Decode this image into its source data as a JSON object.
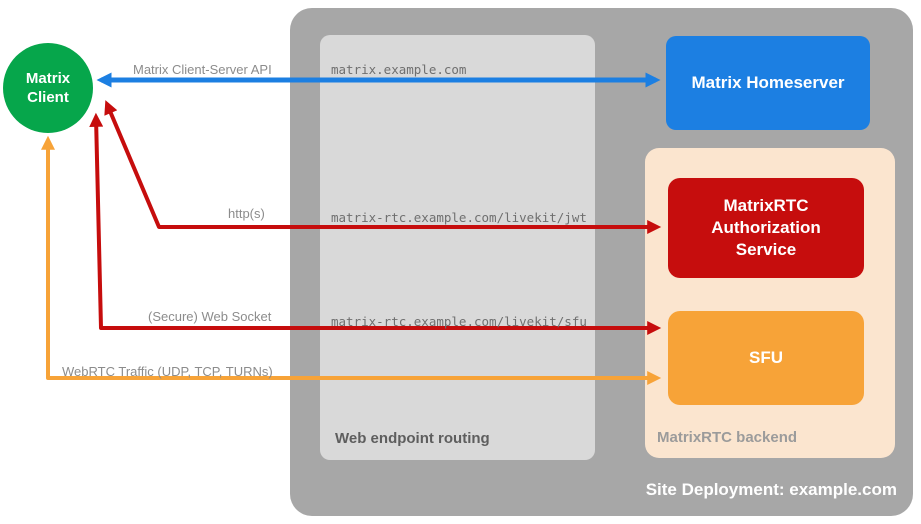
{
  "colors": {
    "blue": "#1c7fe2",
    "red": "#c60d0d",
    "orange": "#f7a338",
    "green": "#06a64b"
  },
  "diagram": {
    "client_label": "Matrix\nClient",
    "site_label": "Site Deployment: example.com",
    "routing_label": "Web endpoint routing",
    "backend_label": "MatrixRTC backend",
    "nodes": {
      "homeserver": "Matrix Homeserver",
      "auth_service": "MatrixRTC Authorization Service",
      "sfu": "SFU"
    },
    "endpoints": {
      "homeserver": "matrix.example.com",
      "jwt": "matrix-rtc.example.com/livekit/jwt",
      "sfu": "matrix-rtc.example.com/livekit/sfu"
    },
    "arrows": {
      "api": "Matrix Client-Server API",
      "http": "http(s)",
      "websocket": "(Secure) Web Socket",
      "webrtc": "WebRTC Traffic (UDP, TCP, TURNs)"
    }
  }
}
